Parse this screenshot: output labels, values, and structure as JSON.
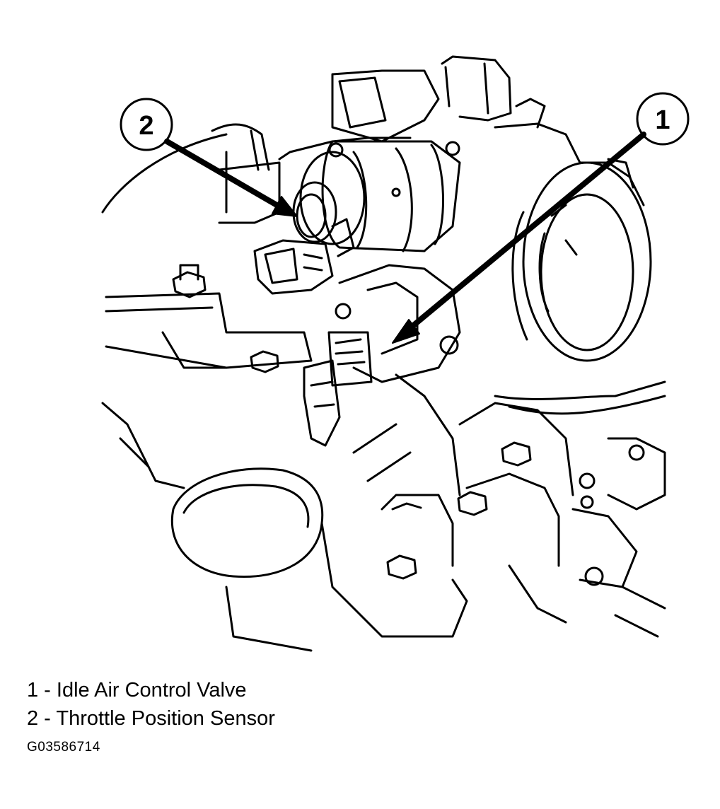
{
  "callouts": {
    "one": "1",
    "two": "2"
  },
  "legend": {
    "items": [
      {
        "number": "1",
        "label": "1 - Idle Air Control Valve"
      },
      {
        "number": "2",
        "label": "2 - Throttle Position Sensor"
      }
    ]
  },
  "figure_id": "G03586714",
  "colors": {
    "ink": "#000000",
    "paper": "#ffffff"
  }
}
